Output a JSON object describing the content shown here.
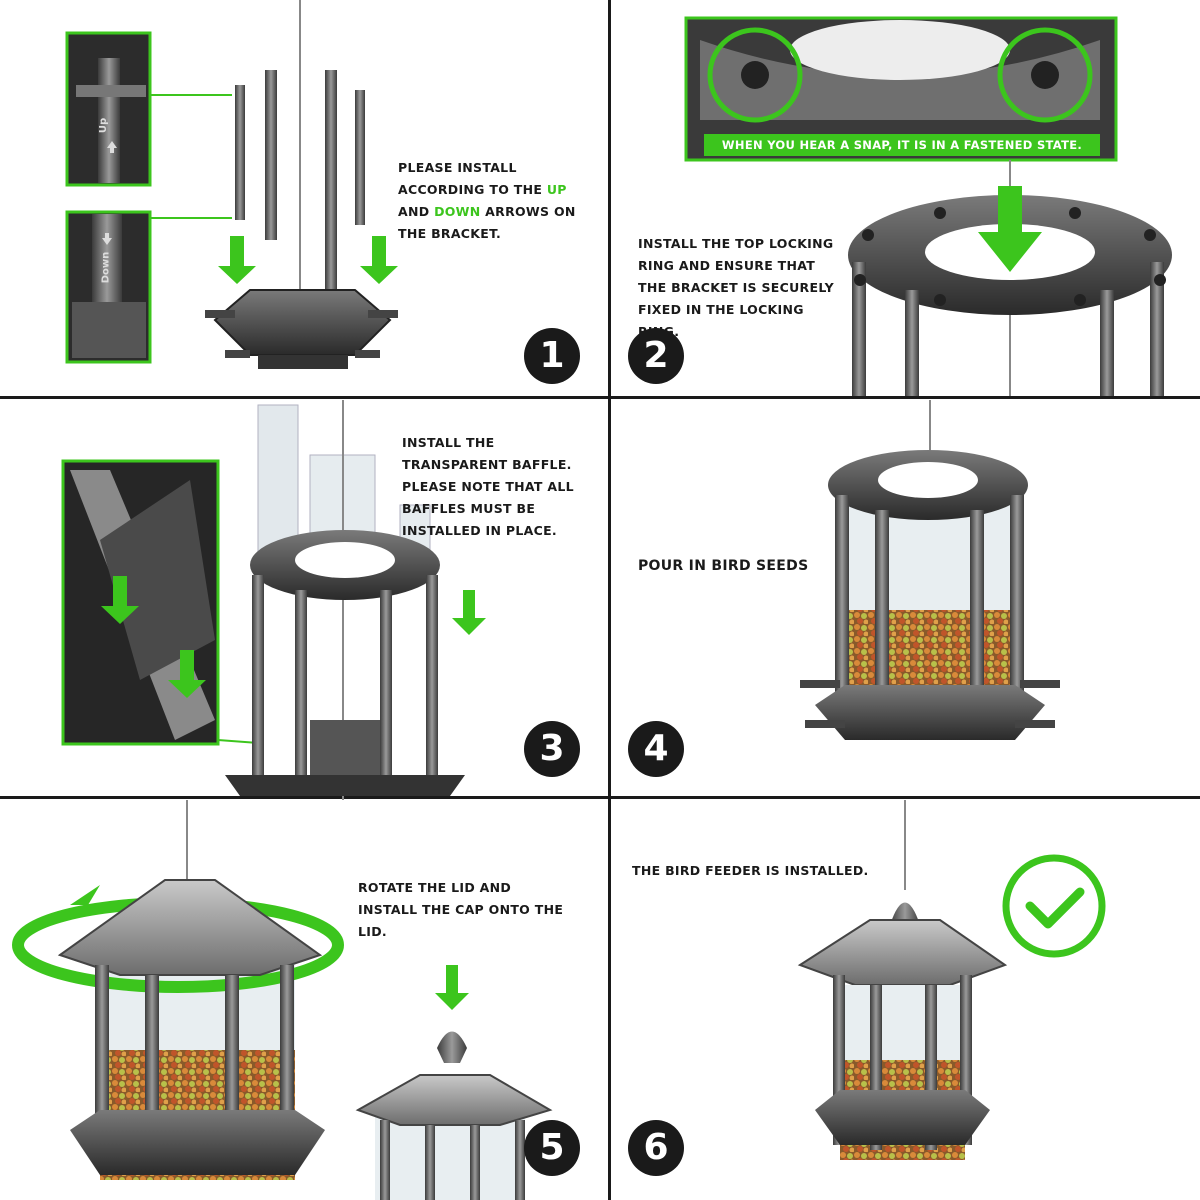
{
  "steps": [
    {
      "number": "1",
      "instruction_pre": "PLEASE INSTALL ACCORDING TO THE ",
      "instruction_up": "UP",
      "instruction_mid": " AND ",
      "instruction_down": "DOWN",
      "instruction_post": " ARROWS ON THE BRACKET.",
      "label_up": "Up",
      "label_down": "Down"
    },
    {
      "number": "2",
      "callout": "WHEN YOU HEAR A SNAP, IT IS IN A FASTENED STATE.",
      "instruction": "INSTALL THE TOP LOCKING RING AND ENSURE THAT THE BRACKET IS SECURELY FIXED IN THE LOCKING RING."
    },
    {
      "number": "3",
      "instruction": "INSTALL THE TRANSPARENT BAFFLE. PLEASE NOTE THAT ALL BAFFLES MUST BE INSTALLED IN PLACE."
    },
    {
      "number": "4",
      "instruction": "POUR IN BIRD SEEDS"
    },
    {
      "number": "5",
      "instruction": "ROTATE THE LID AND INSTALL THE CAP ONTO THE LID."
    },
    {
      "number": "6",
      "instruction": "THE BIRD FEEDER IS INSTALLED."
    }
  ],
  "icons": {
    "arrow": "down-arrow-icon",
    "check": "checkmark-icon",
    "rotate": "rotate-arrow-icon"
  },
  "colors": {
    "accent_green": "#3cc51d",
    "badge": "#1a1a1a",
    "metal": "#5a5a5a",
    "seed": "#c8742a"
  }
}
